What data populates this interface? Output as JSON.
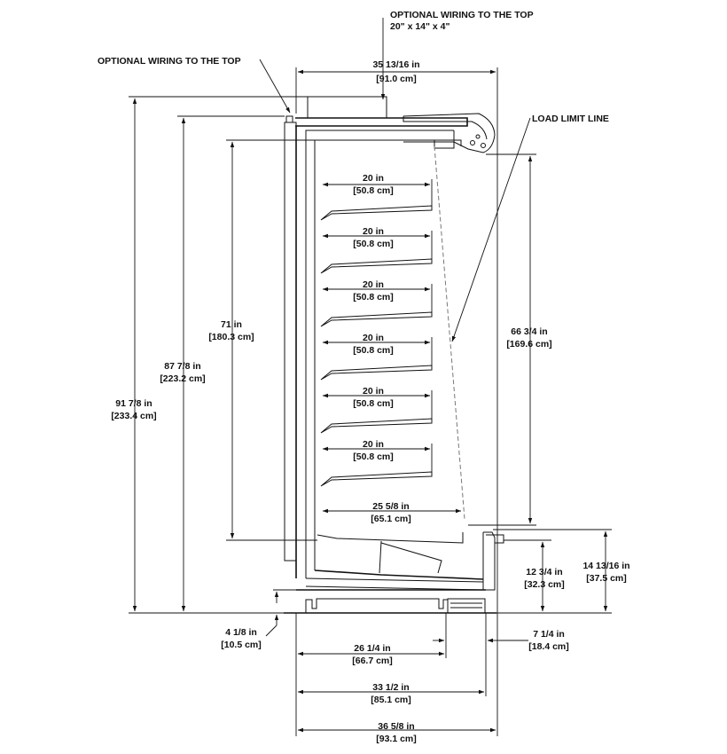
{
  "callouts": {
    "wiring_top_right": "OPTIONAL WIRING TO THE TOP",
    "wiring_box_size": "20\" x 14\" x 4\"",
    "wiring_top_left": "OPTIONAL WIRING TO THE TOP",
    "load_limit": "LOAD LIMIT LINE"
  },
  "dimensions": {
    "top_width": {
      "in": "35 13/16 in",
      "cm": "[91.0 cm]"
    },
    "overall_height": {
      "in": "91 7/8 in",
      "cm": "[233.4 cm]"
    },
    "cabinet_height": {
      "in": "87 7/8 in",
      "cm": "[223.2 cm]"
    },
    "interior_height": {
      "in": "71 in",
      "cm": "[180.3 cm]"
    },
    "load_height": {
      "in": "66 3/4 in",
      "cm": "[169.6 cm]"
    },
    "shelves": [
      {
        "in": "20 in",
        "cm": "[50.8 cm]"
      },
      {
        "in": "20 in",
        "cm": "[50.8 cm]"
      },
      {
        "in": "20 in",
        "cm": "[50.8 cm]"
      },
      {
        "in": "20 in",
        "cm": "[50.8 cm]"
      },
      {
        "in": "20 in",
        "cm": "[50.8 cm]"
      },
      {
        "in": "20 in",
        "cm": "[50.8 cm]"
      }
    ],
    "deck_depth": {
      "in": "25 5/8 in",
      "cm": "[65.1 cm]"
    },
    "front_height": {
      "in": "12 3/4 in",
      "cm": "[32.3 cm]"
    },
    "bumper_height": {
      "in": "14 13/16 in",
      "cm": "[37.5 cm]"
    },
    "base_height": {
      "in": "4 1/8 in",
      "cm": "[10.5 cm]"
    },
    "front_overhang": {
      "in": "7 1/4 in",
      "cm": "[18.4 cm]"
    },
    "base_depth": {
      "in": "26 1/4 in",
      "cm": "[66.7 cm]"
    },
    "cabinet_depth": {
      "in": "33 1/2 in",
      "cm": "[85.1 cm]"
    },
    "overall_depth": {
      "in": "36 5/8 in",
      "cm": "[93.1 cm]"
    }
  }
}
